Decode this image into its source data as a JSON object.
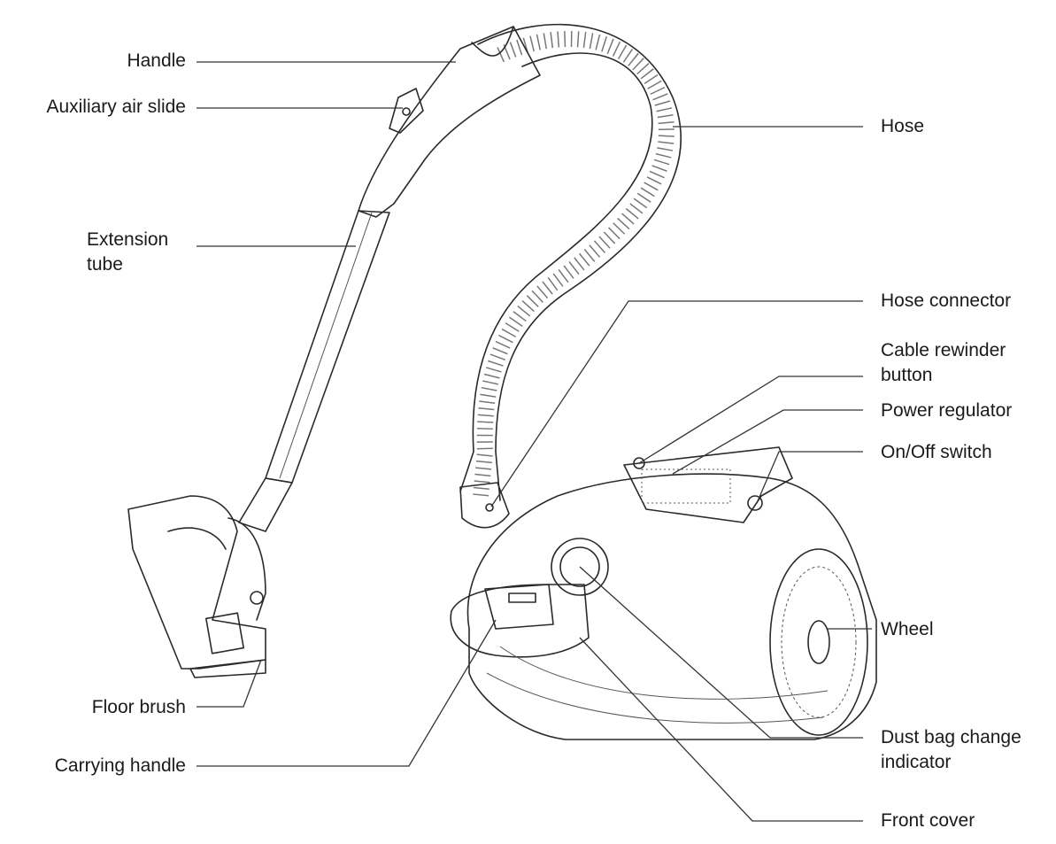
{
  "labels": {
    "handle": "Handle",
    "auxiliary_air_slide": "Auxiliary air slide",
    "extension_tube_line1": "Extension",
    "extension_tube_line2": "tube",
    "floor_brush": "Floor brush",
    "carrying_handle": "Carrying handle",
    "hose": "Hose",
    "hose_connector": "Hose connector",
    "cable_rewinder_line1": "Cable rewinder",
    "cable_rewinder_line2": "button",
    "power_regulator": "Power regulator",
    "on_off_switch": "On/Off switch",
    "wheel": "Wheel",
    "dust_bag_line1": "Dust bag change",
    "dust_bag_line2": "indicator",
    "front_cover": "Front cover"
  }
}
